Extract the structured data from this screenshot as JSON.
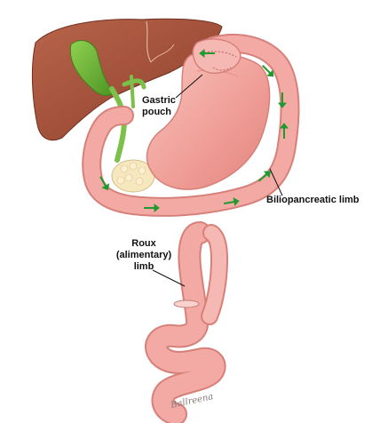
{
  "labels": {
    "gastric_pouch": [
      "Gastric",
      "pouch"
    ],
    "biliopancreatic_limb": "Biliopancreatic limb",
    "roux_limb": [
      "Roux",
      "(alimentary)",
      "limb"
    ]
  },
  "signature": "Ballreena",
  "colors": {
    "liver": "#a9543e",
    "liver_dark": "#7e3726",
    "gallbladder": "#6fb33a",
    "intestine": "#f4aaa4",
    "intestine_edge": "#d7807a",
    "stomach": "#f1a19b",
    "pancreas": "#f6e7bf",
    "arrow": "#1f9a2e"
  },
  "icons": {
    "flow_arrow": "green-arrow-icon"
  }
}
